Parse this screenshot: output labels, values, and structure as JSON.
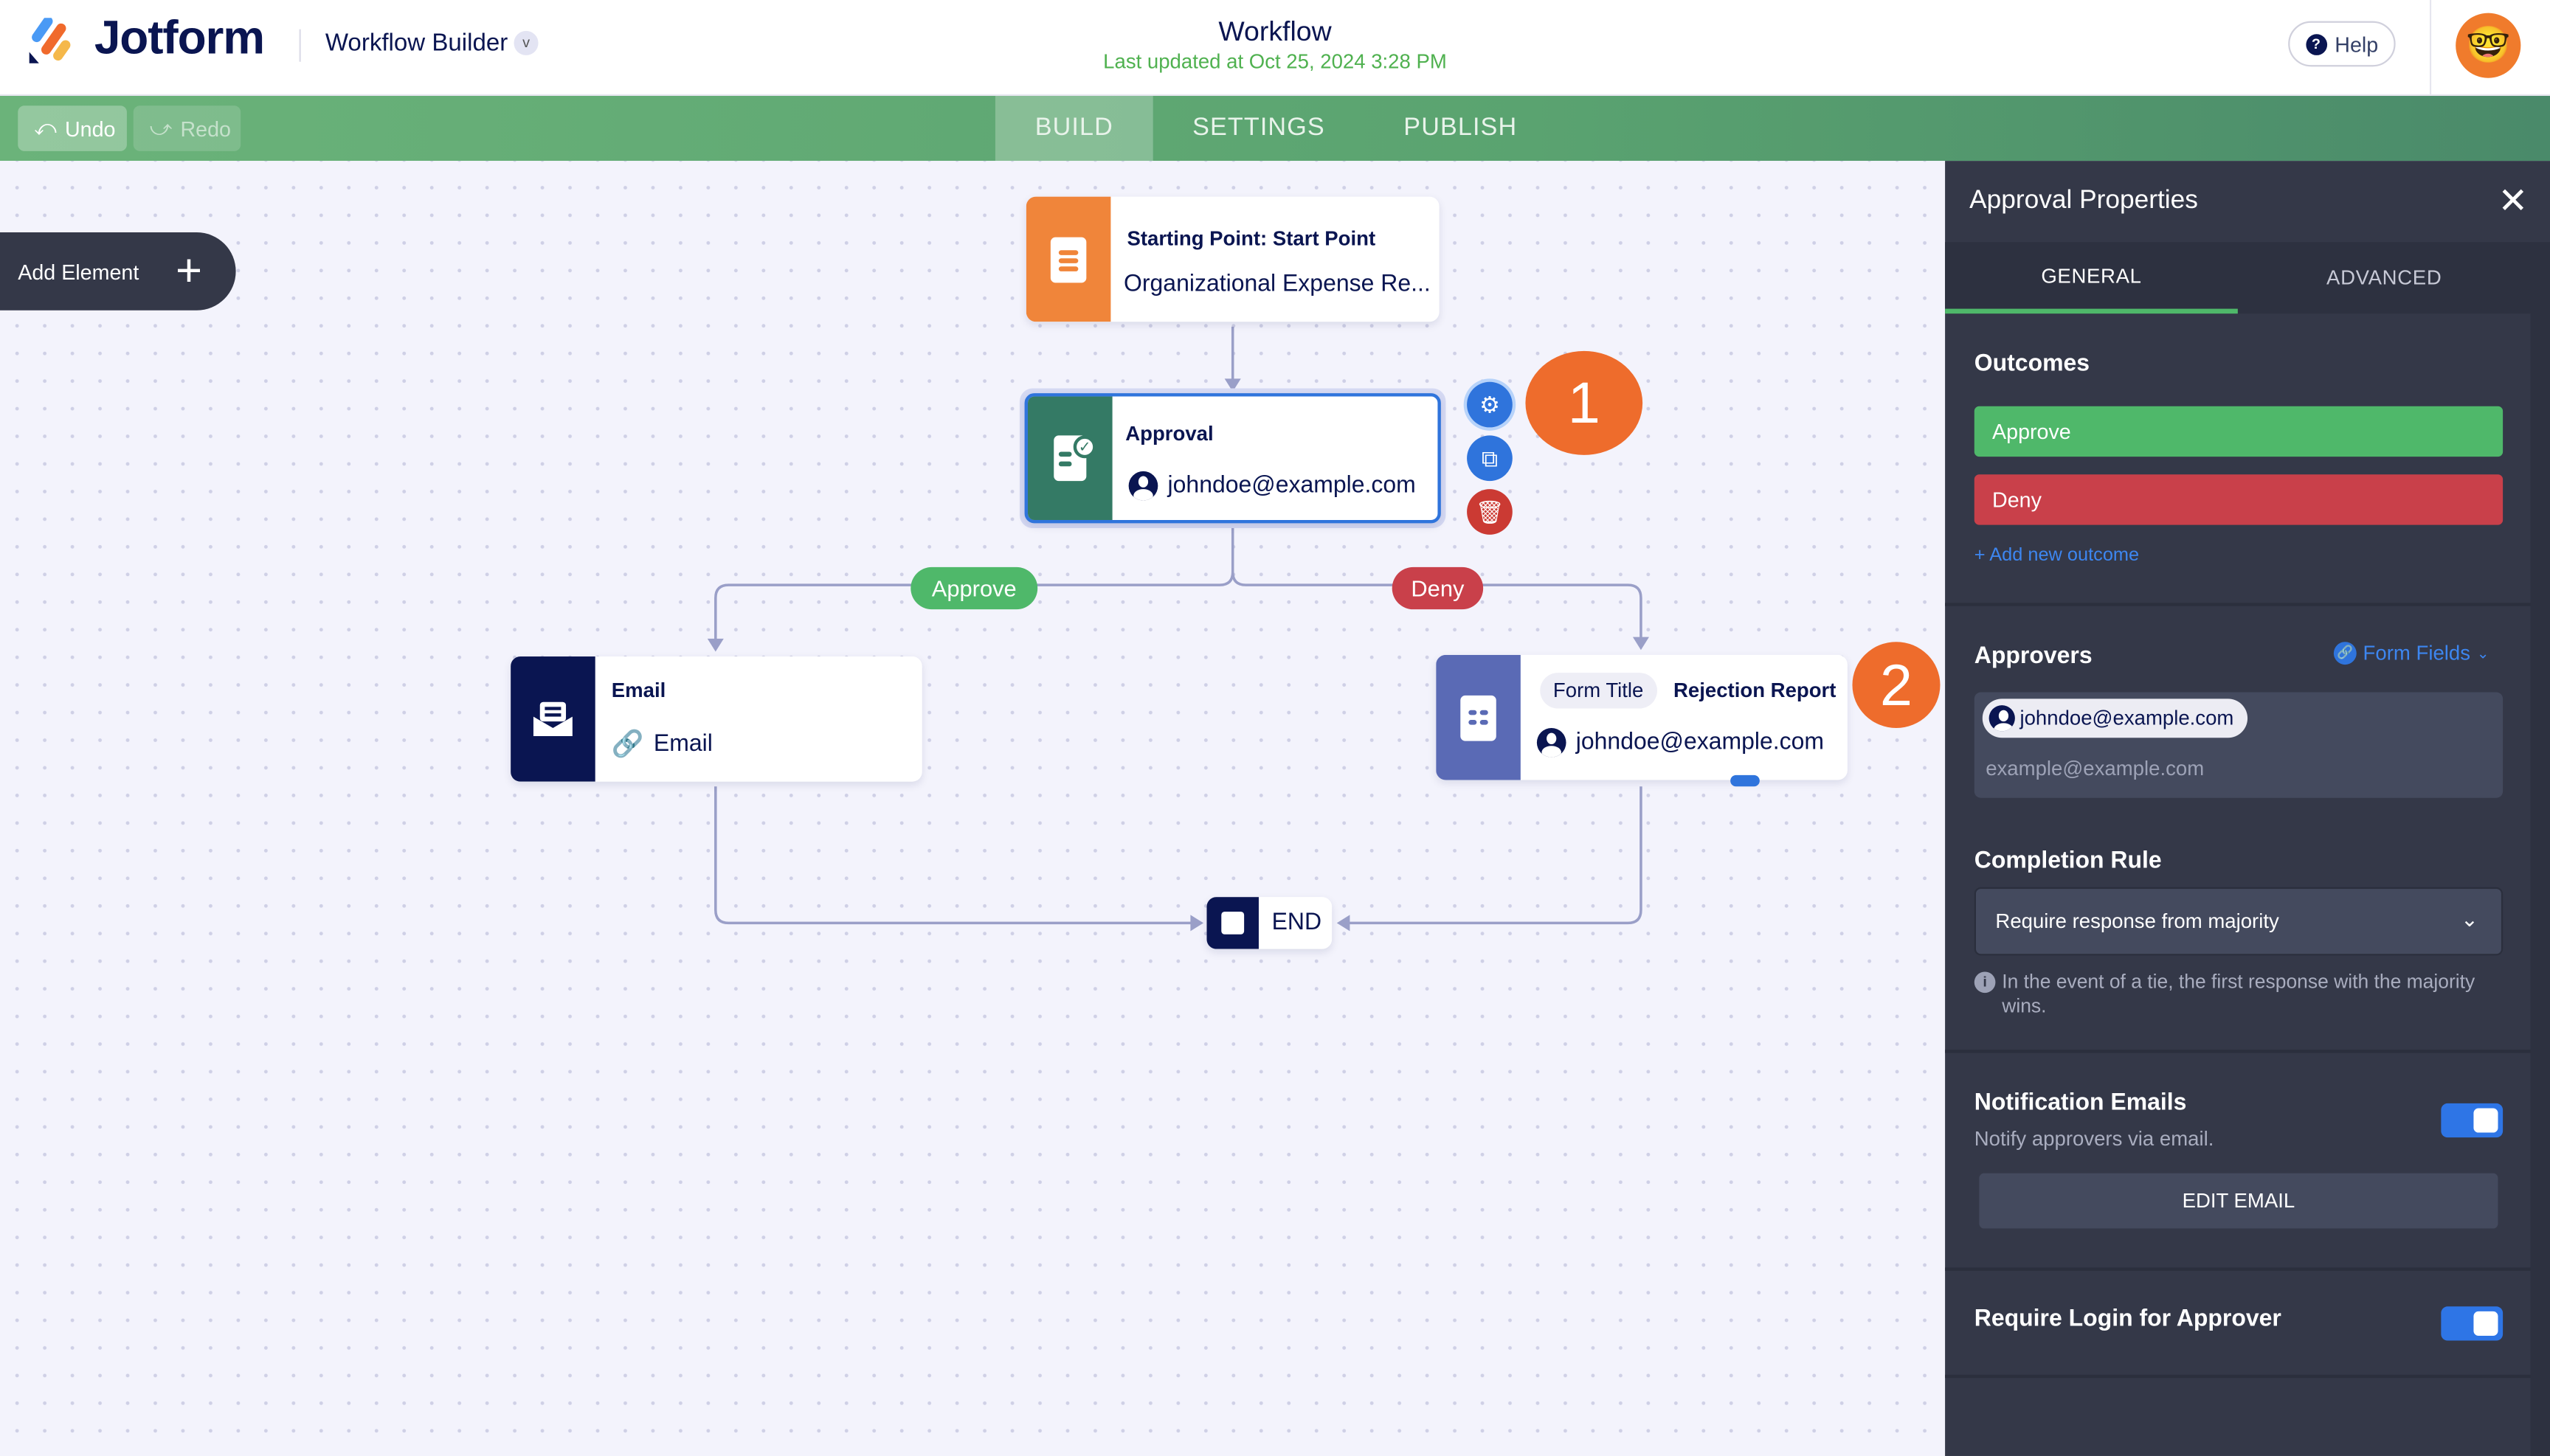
{
  "header": {
    "brand": "Jotform",
    "app_switcher": "Workflow Builder",
    "title": "Workflow",
    "last_updated": "Last updated at Oct 25, 2024 3:28 PM",
    "help": "Help"
  },
  "toolbar": {
    "undo": "Undo",
    "redo": "Redo",
    "tabs": [
      {
        "label": "BUILD",
        "active": true
      },
      {
        "label": "SETTINGS"
      },
      {
        "label": "PUBLISH"
      }
    ]
  },
  "canvas": {
    "add_element": "Add Element",
    "nodes": {
      "start": {
        "title": "Starting Point: Start Point",
        "subtitle": "Organizational Expense Re...",
        "color": "#f0853a"
      },
      "approval": {
        "title": "Approval",
        "assignee": "johndoe@example.com",
        "color": "#347a65"
      },
      "email": {
        "title": "Email",
        "subtitle": "Email",
        "color": "#0a1551"
      },
      "form": {
        "tag": "Form Title",
        "title": "Rejection Report",
        "assignee": "johndoe@example.com",
        "color": "#5a6ab5"
      },
      "end": {
        "label": "END"
      }
    },
    "branches": {
      "approve": "Approve",
      "deny": "Deny"
    },
    "badges": [
      "1",
      "2"
    ]
  },
  "panel": {
    "title": "Approval Properties",
    "tabs": [
      {
        "label": "GENERAL",
        "active": true
      },
      {
        "label": "ADVANCED"
      }
    ],
    "outcomes": {
      "heading": "Outcomes",
      "items": [
        {
          "label": "Approve",
          "color": "#4fb86a"
        },
        {
          "label": "Deny",
          "color": "#c9404a"
        }
      ],
      "add": "+ Add new outcome"
    },
    "approvers": {
      "heading": "Approvers",
      "form_fields": "Form Fields",
      "chip": "johndoe@example.com",
      "placeholder": "example@example.com"
    },
    "completion": {
      "heading": "Completion Rule",
      "value": "Require response from majority",
      "note": "In the event of a tie, the first response with the majority wins."
    },
    "notification": {
      "heading": "Notification Emails",
      "desc": "Notify approvers via email.",
      "enabled": true,
      "edit": "EDIT EMAIL"
    },
    "login": {
      "heading": "Require Login for Approver",
      "enabled": true
    }
  }
}
